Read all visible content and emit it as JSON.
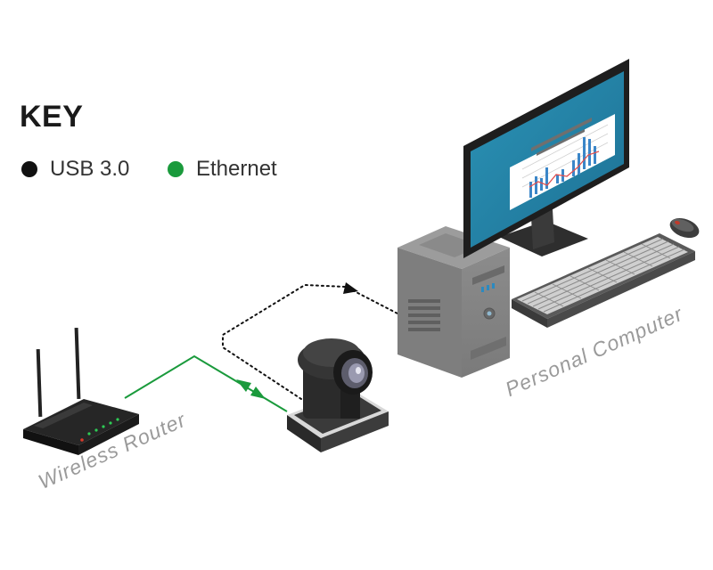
{
  "key": {
    "title": "KEY",
    "items": [
      {
        "label": "USB 3.0",
        "color": "#111111",
        "icon": "black-dot-icon"
      },
      {
        "label": "Ethernet",
        "color": "#1a9a3c",
        "icon": "green-dot-icon"
      }
    ]
  },
  "devices": {
    "router": {
      "label": "Wireless Router",
      "icon": "wireless-router-icon"
    },
    "camera": {
      "icon": "ptz-camera-icon"
    },
    "computer": {
      "label": "Personal Computer",
      "icon": "desktop-computer-icon"
    }
  },
  "connections": [
    {
      "from": "camera",
      "to": "computer",
      "type": "USB 3.0",
      "style": "dotted",
      "color": "#111111"
    },
    {
      "from": "router",
      "to": "camera",
      "type": "Ethernet",
      "style": "solid",
      "color": "#1a9a3c"
    }
  ]
}
